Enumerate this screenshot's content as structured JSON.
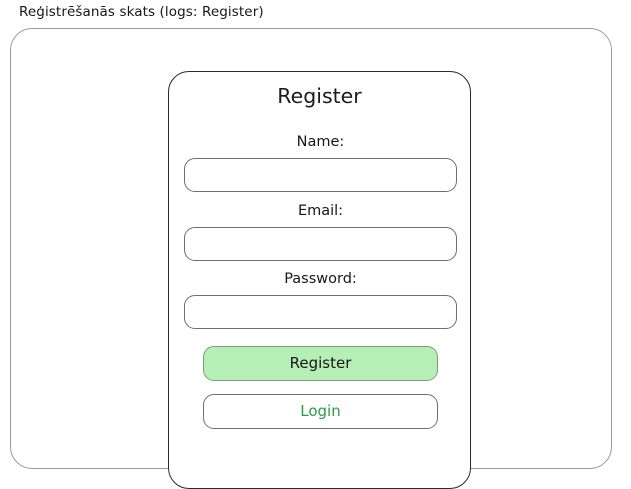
{
  "caption": {
    "text": "Reģistrēšanās skats (logs: Register)"
  },
  "window": {
    "panel": {
      "title": "Register",
      "fields": [
        {
          "label": "Name:",
          "value": "",
          "placeholder": "",
          "name": "name"
        },
        {
          "label": "Email:",
          "value": "",
          "placeholder": "",
          "name": "email"
        },
        {
          "label": "Password:",
          "value": "",
          "placeholder": "",
          "name": "password"
        }
      ],
      "buttons": {
        "primary": {
          "label": "Register",
          "bg": "#b6efb6",
          "text_color": "#171717",
          "border": "#7c9c7c"
        },
        "secondary": {
          "label": "Login",
          "bg": "#ffffff",
          "text_color": "#2a9c45",
          "border": "#6e6e6e"
        }
      }
    }
  },
  "colors": {
    "outer_border": "#9a9a9a",
    "panel_border": "#2a2a2a",
    "input_border": "#6e6e6e",
    "accent_green_fill": "#b6efb6",
    "accent_green_text": "#2a9c45",
    "page_background": "#ffffff",
    "text": "#171717"
  }
}
